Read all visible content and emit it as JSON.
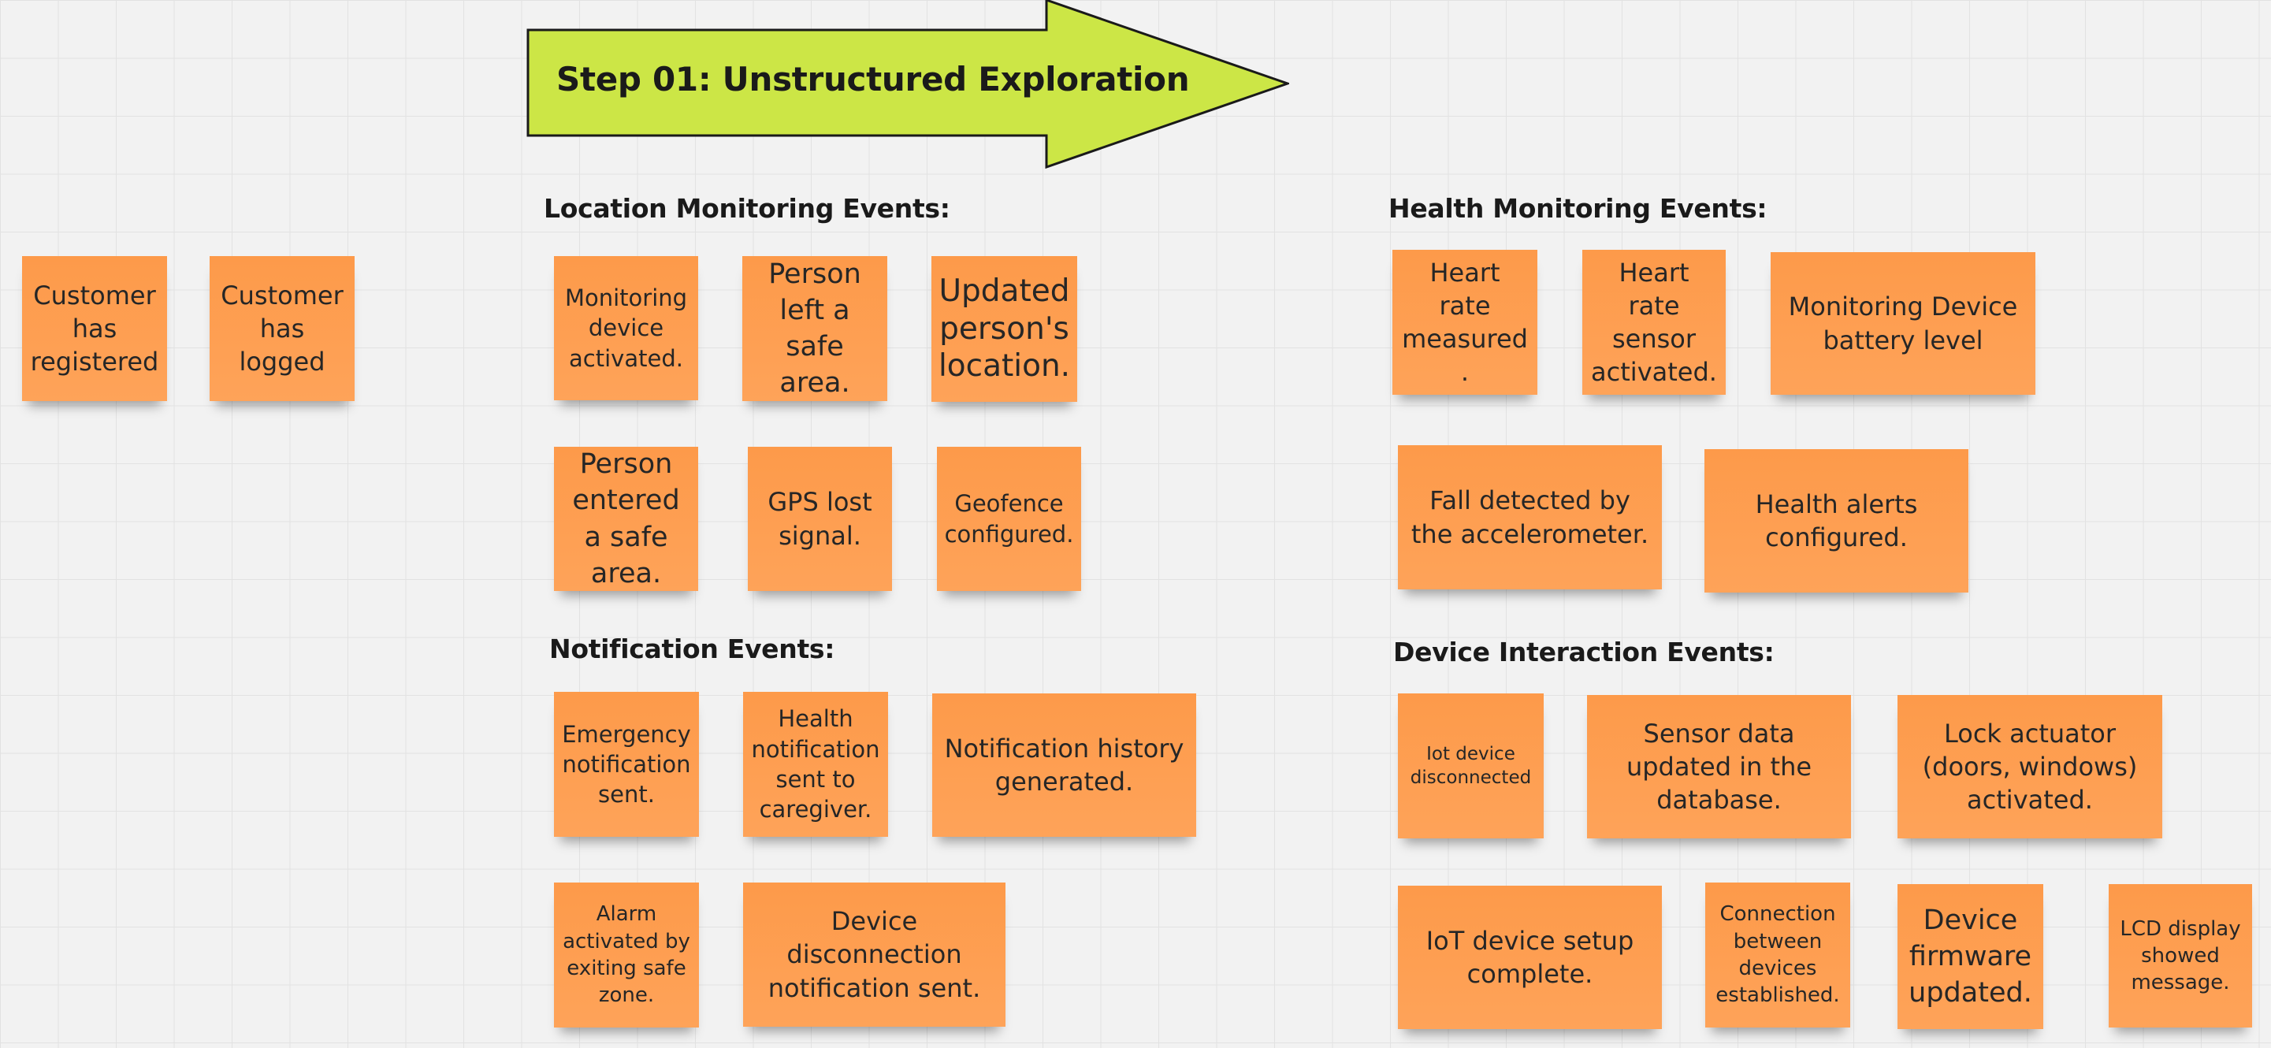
{
  "board": {
    "step_title": "Step 01: Unstructured Exploration",
    "arrow_color": "#cce646",
    "sticky_color": "#fd9b4c"
  },
  "groups": {
    "customer": {
      "notes": [
        "Customer has registered",
        "Customer has logged"
      ]
    },
    "location": {
      "title": "Location Monitoring Events:",
      "notes": [
        "Monitoring device activated.",
        "Person left a safe area.",
        "Updated person's location.",
        "Person entered a safe area.",
        "GPS lost signal.",
        "Geofence configured."
      ]
    },
    "notification": {
      "title": "Notification Events:",
      "notes": [
        "Emergency notification sent.",
        "Health notification sent to caregiver.",
        "Notification history generated.",
        "Alarm activated by exiting safe zone.",
        "Device disconnection notification sent."
      ]
    },
    "health": {
      "title": "Health Monitoring Events:",
      "notes": [
        "Heart rate measured .",
        "Heart rate sensor activated.",
        "Monitoring Device battery level",
        "Fall detected by the accelerometer.",
        "Health alerts configured."
      ]
    },
    "device": {
      "title": "Device Interaction Events:",
      "notes": [
        "Iot device disconnected",
        "Sensor data updated in the database.",
        "Lock actuator (doors, windows) activated.",
        "IoT device setup complete.",
        "Connection between devices established.",
        "Device firmware updated.",
        "LCD display showed message."
      ]
    }
  }
}
